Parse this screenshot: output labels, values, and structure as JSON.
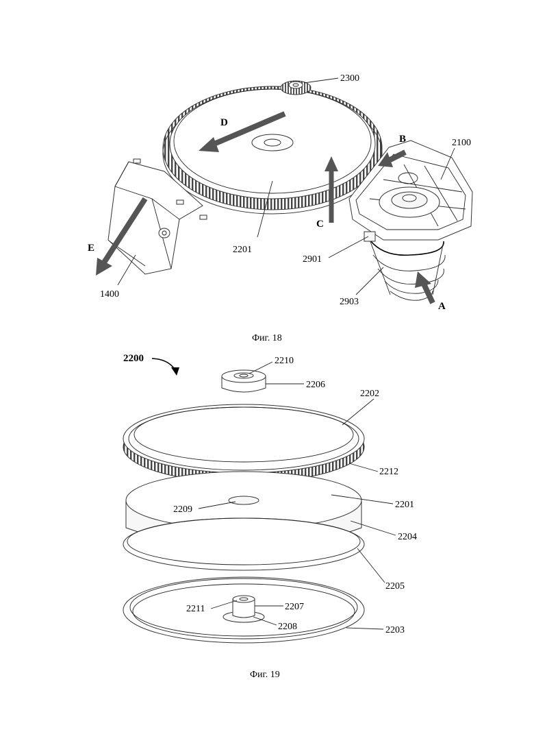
{
  "figure18": {
    "caption": "Фиг. 18",
    "labels": {
      "l2300": "2300",
      "l2100": "2100",
      "l2201": "2201",
      "l2901": "2901",
      "l2903": "2903",
      "l1400": "1400"
    },
    "arrows": {
      "a": "A",
      "b": "B",
      "c": "C",
      "d": "D",
      "e": "E"
    }
  },
  "figure19": {
    "caption": "Фиг. 19",
    "assembly_label": "2200",
    "labels": {
      "l2210": "2210",
      "l2206": "2206",
      "l2202": "2202",
      "l2212": "2212",
      "l2209": "2209",
      "l2201": "2201",
      "l2204": "2204",
      "l2205": "2205",
      "l2211": "2211",
      "l2207": "2207",
      "l2208": "2208",
      "l2203": "2203"
    }
  }
}
